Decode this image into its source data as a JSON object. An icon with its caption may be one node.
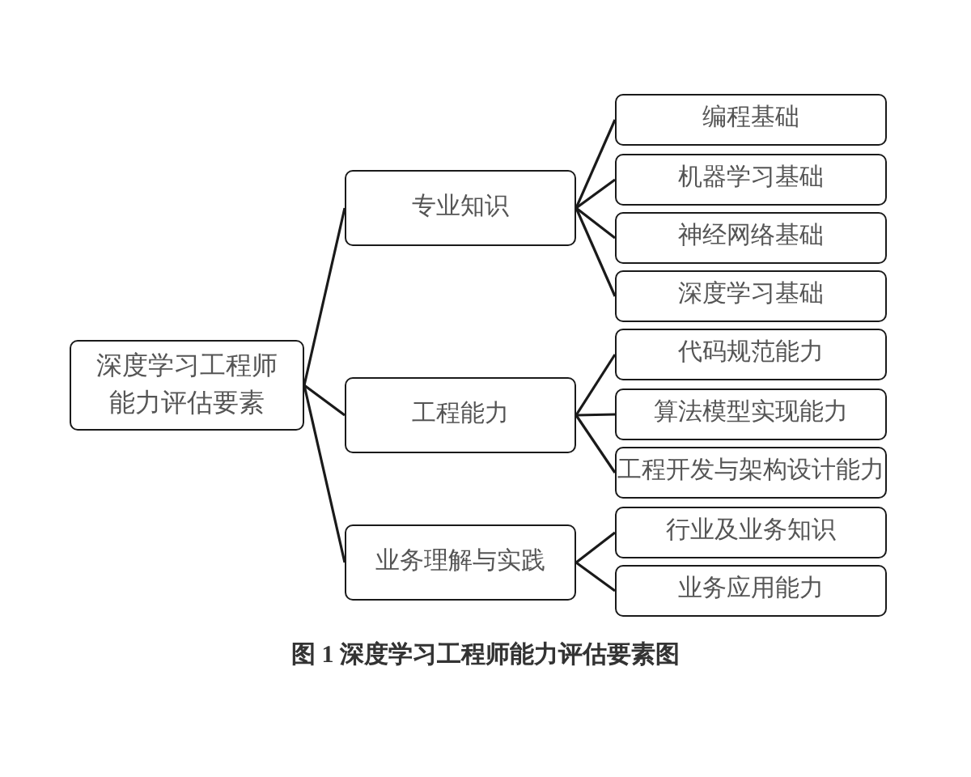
{
  "diagram": {
    "caption": "图 1 深度学习工程师能力评估要素图",
    "nodes": [
      {
        "text": [
          "深度学习工程师能力评估要素"
        ]
      },
      {
        "text": [
          "专业知识"
        ]
      },
      {
        "text": [
          "编程基础"
        ]
      },
      {
        "text": [
          "机器学习基础"
        ]
      },
      {
        "text": [
          "神经网络基础"
        ]
      },
      {
        "text": [
          "深度学习基础"
        ]
      },
      {
        "text": [
          "工程能力"
        ]
      },
      {
        "text": [
          "代码规范能力"
        ]
      },
      {
        "text": [
          "算法模型实现能力"
        ]
      },
      {
        "text": [
          "工程开发与架构设计能力"
        ]
      },
      {
        "text": [
          "业务理解与实践"
        ]
      },
      {
        "text": [
          "行业及业务知识"
        ]
      },
      {
        "text": [
          "业务应用能力"
        ]
      }
    ],
    "edges": [
      {
        "from": 0,
        "to": 1,
        "arrow": "none"
      },
      {
        "from": 0,
        "to": 6,
        "arrow": "none"
      },
      {
        "from": 0,
        "to": 10,
        "arrow": "none"
      },
      {
        "from": 1,
        "to": 2,
        "arrow": "none"
      },
      {
        "from": 1,
        "to": 3,
        "arrow": "none"
      },
      {
        "from": 1,
        "to": 4,
        "arrow": "none"
      },
      {
        "from": 1,
        "to": 5,
        "arrow": "none"
      },
      {
        "from": 6,
        "to": 7,
        "arrow": "none"
      },
      {
        "from": 6,
        "to": 8,
        "arrow": "none"
      },
      {
        "from": 6,
        "to": 9,
        "arrow": "none"
      },
      {
        "from": 10,
        "to": 11,
        "arrow": "none"
      },
      {
        "from": 10,
        "to": 12,
        "arrow": "none"
      }
    ]
  }
}
